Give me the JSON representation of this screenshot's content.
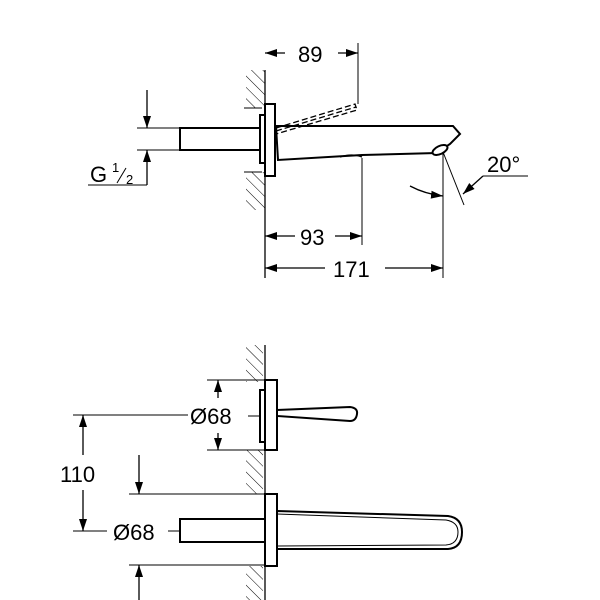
{
  "top_view": {
    "dim_raised": "89",
    "dim_outlet": "93",
    "dim_total": "171",
    "angle": "20°",
    "thread_prefix": "G",
    "thread_num": "1",
    "thread_den": "2"
  },
  "front_view": {
    "dim_lever_dia": "Ø68",
    "dim_spout_dia": "Ø68",
    "dim_spacing": "110"
  }
}
